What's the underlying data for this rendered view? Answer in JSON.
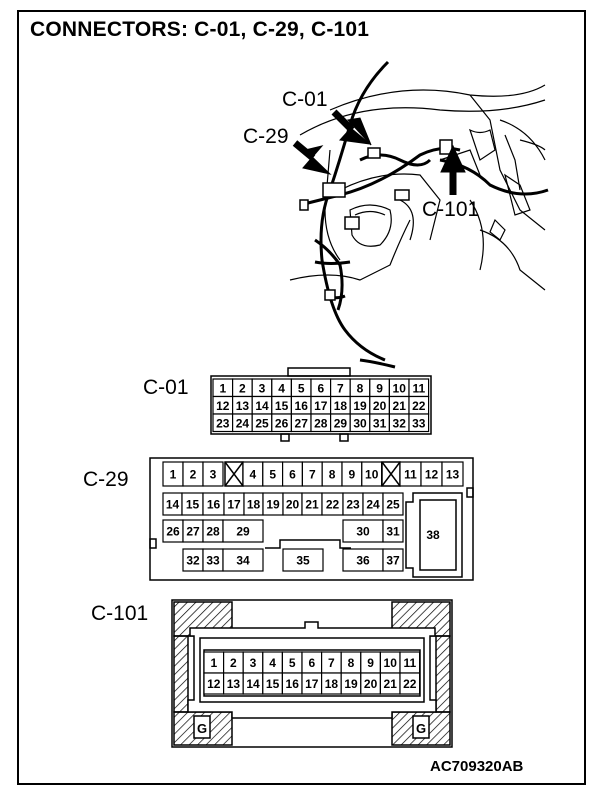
{
  "title": "CONNECTORS: C-01, C-29, C-101",
  "figure_code": "AC709320AB",
  "photo_labels": {
    "c01": "C-01",
    "c29": "C-29",
    "c101": "C-101"
  },
  "connector_labels": {
    "c01": "C-01",
    "c29": "C-29",
    "c101": "C-101"
  },
  "c01_pins": [
    [
      "1",
      "2",
      "3",
      "4",
      "5",
      "6",
      "7",
      "8",
      "9",
      "10",
      "11"
    ],
    [
      "12",
      "13",
      "14",
      "15",
      "16",
      "17",
      "18",
      "19",
      "20",
      "21",
      "22"
    ],
    [
      "23",
      "24",
      "25",
      "26",
      "27",
      "28",
      "29",
      "30",
      "31",
      "32",
      "33"
    ]
  ],
  "c29_pins": {
    "row1_left": [
      "1",
      "2",
      "3"
    ],
    "row1_mid": [
      "4",
      "5",
      "6",
      "7",
      "8",
      "9",
      "10"
    ],
    "row1_right": [
      "11",
      "12",
      "13"
    ],
    "row2": [
      "14",
      "15",
      "16",
      "17",
      "18",
      "19",
      "20",
      "21",
      "22",
      "23",
      "24",
      "25"
    ],
    "row3": [
      "26",
      "27",
      "28",
      "29",
      "30",
      "31"
    ],
    "row4": [
      "32",
      "33",
      "34",
      "35",
      "36",
      "37"
    ],
    "big": "38"
  },
  "c101_pins": [
    [
      "1",
      "2",
      "3",
      "4",
      "5",
      "6",
      "7",
      "8",
      "9",
      "10",
      "11"
    ],
    [
      "12",
      "13",
      "14",
      "15",
      "16",
      "17",
      "18",
      "19",
      "20",
      "21",
      "22"
    ]
  ],
  "c101_ground": [
    "G",
    "G"
  ]
}
